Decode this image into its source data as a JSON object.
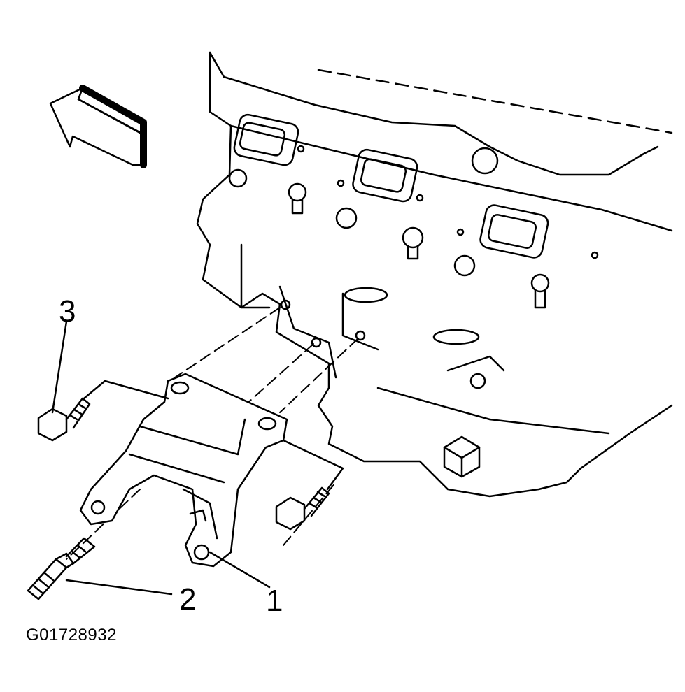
{
  "diagram": {
    "callouts": [
      {
        "id": "1",
        "text": "1"
      },
      {
        "id": "2",
        "text": "2"
      },
      {
        "id": "3",
        "text": "3"
      }
    ],
    "figure_id": "G01728932",
    "icons": [
      "front-direction-arrow-icon",
      "bolt-icon",
      "stud-icon"
    ],
    "colors": {
      "ink": "#000000",
      "paper": "#ffffff"
    }
  }
}
